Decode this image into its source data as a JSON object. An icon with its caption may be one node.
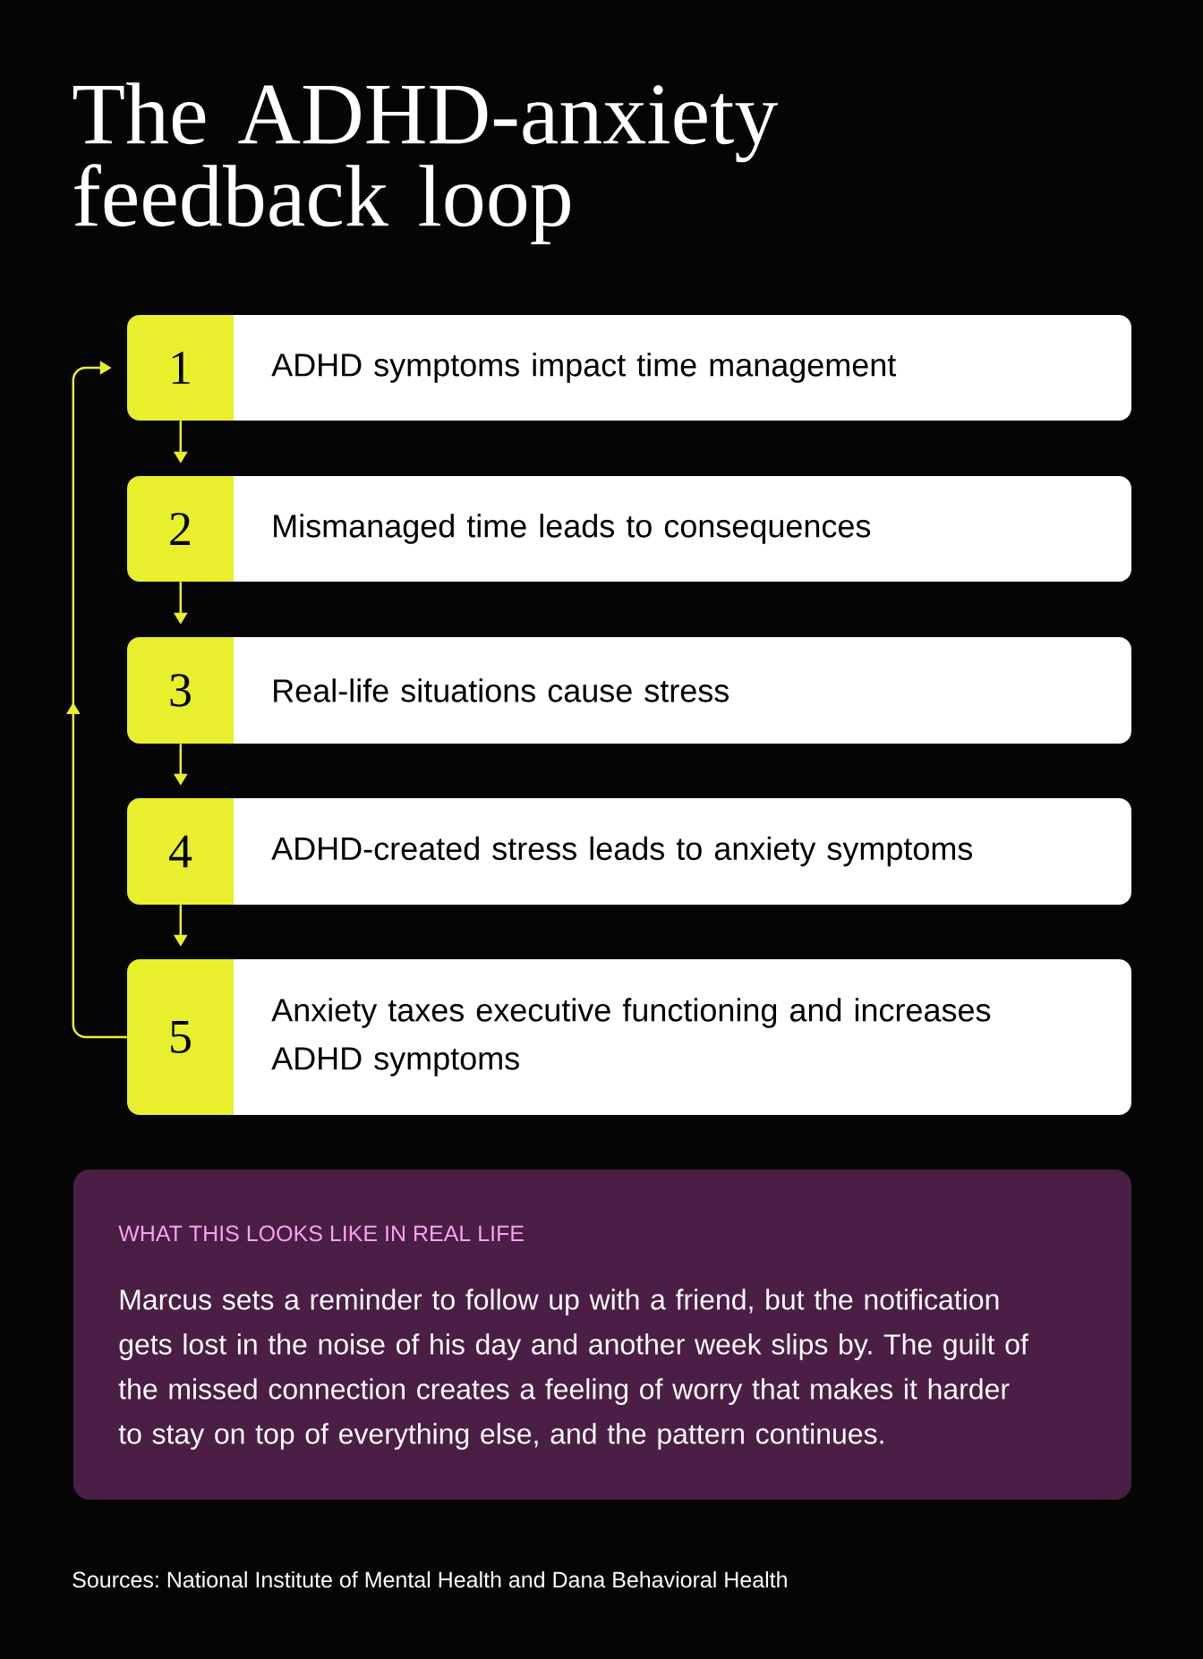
{
  "diagram": {
    "title": "The ADHD-anxiety feedback loop",
    "nodes": [
      {
        "text": [
          "1",
          "ADHD symptoms impact time management"
        ]
      },
      {
        "text": [
          "2",
          "Mismanaged time leads to consequences"
        ]
      },
      {
        "text": [
          "3",
          "Real-life situations cause stress"
        ]
      },
      {
        "text": [
          "4",
          "ADHD-created stress leads to anxiety symptoms"
        ]
      },
      {
        "text": [
          "5",
          "Anxiety taxes executive functioning and increases ADHD symptoms"
        ]
      },
      {
        "text": [
          "WHAT THIS LOOKS LIKE IN REAL LIFE",
          "Marcus sets a reminder to follow up with a friend, but the notification gets lost in the noise of his day and another week slips by. The guilt of the missed connection creates a feeling of worry that makes it harder to stay on top of everything else, and the pattern continues."
        ]
      }
    ],
    "edges": [
      {
        "from": 0,
        "to": 1,
        "arrow": "to"
      },
      {
        "from": 1,
        "to": 2,
        "arrow": "to"
      },
      {
        "from": 2,
        "to": 3,
        "arrow": "to"
      },
      {
        "from": 3,
        "to": 4,
        "arrow": "to"
      },
      {
        "from": 4,
        "to": 0,
        "arrow": "to"
      }
    ],
    "labels": [
      "Sources: National Institute of Mental Health and Dana Behavioral Health"
    ]
  }
}
